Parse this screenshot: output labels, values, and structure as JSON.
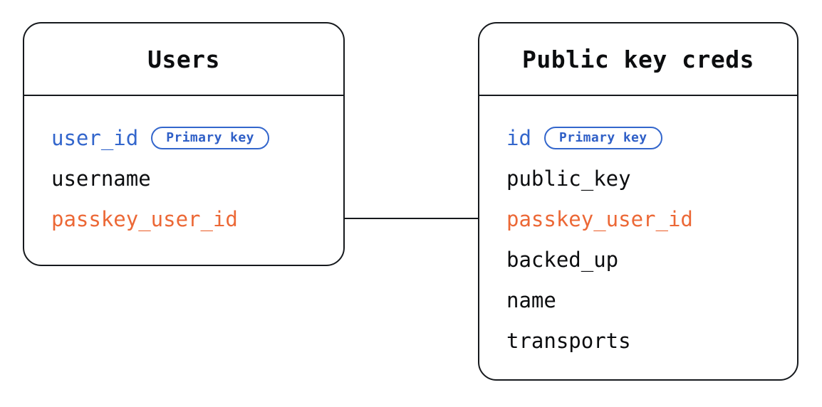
{
  "diagram": {
    "type": "entity-relationship-diagram",
    "background": "#ffffff",
    "colors": {
      "border": "#16191d",
      "text": "#0c0d0f",
      "primary_key": "#3366cc",
      "foreign_key": "#ec6836",
      "badge_border": "#3366cc",
      "badge_text": "#2f5fc7",
      "connector": "#16191d"
    }
  },
  "entities": [
    {
      "id": "users",
      "title": "Users",
      "fields": [
        {
          "name": "user_id",
          "role": "key",
          "badge": "Primary key"
        },
        {
          "name": "username",
          "role": "plain",
          "badge": null
        },
        {
          "name": "passkey_user_id",
          "role": "fk",
          "badge": null
        }
      ]
    },
    {
      "id": "public-key-creds",
      "title": "Public key creds",
      "fields": [
        {
          "name": "id",
          "role": "key",
          "badge": "Primary key"
        },
        {
          "name": "public_key",
          "role": "plain",
          "badge": null
        },
        {
          "name": "passkey_user_id",
          "role": "fk",
          "badge": null
        },
        {
          "name": "backed_up",
          "role": "plain",
          "badge": null
        },
        {
          "name": "name",
          "role": "plain",
          "badge": null
        },
        {
          "name": "transports",
          "role": "plain",
          "badge": null
        }
      ]
    }
  ],
  "relationships": [
    {
      "from_entity": "users",
      "from_field": "passkey_user_id",
      "to_entity": "public-key-creds",
      "to_field": "passkey_user_id"
    }
  ]
}
